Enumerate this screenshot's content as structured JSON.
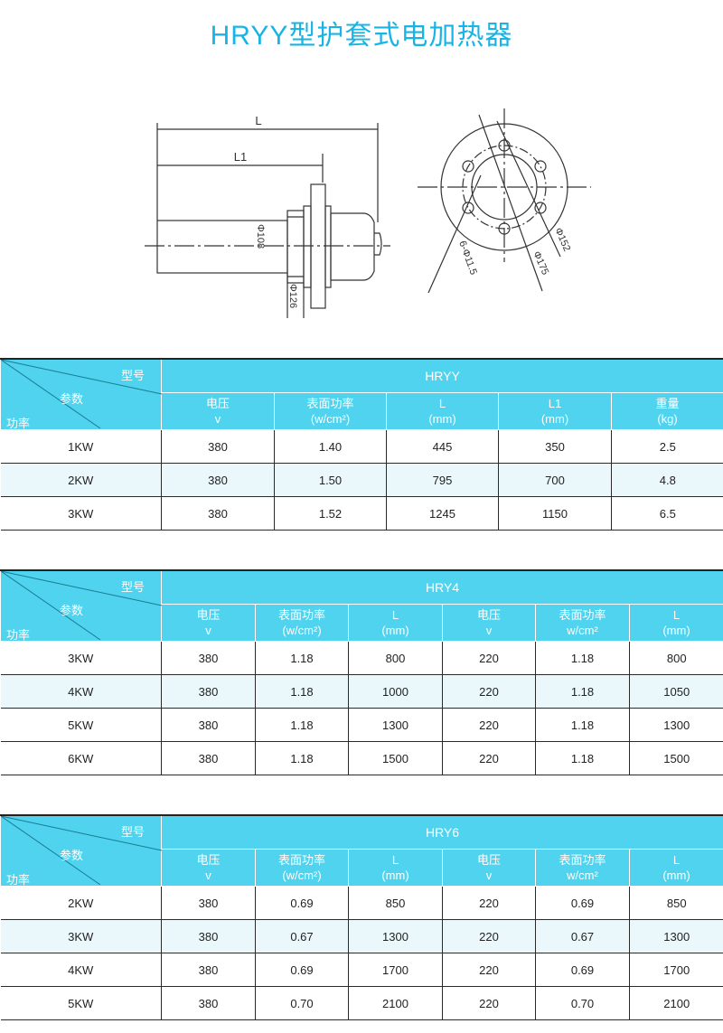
{
  "title": "HRYY型护套式电加热器",
  "drawing": {
    "side": {
      "L": "L",
      "L1": "L1",
      "d1": "Φ108",
      "d2": "Φ126"
    },
    "flange": {
      "holes": "6-Φ11.5",
      "d1": "Φ152",
      "d2": "Φ175"
    }
  },
  "corner": {
    "model": "型号",
    "param": "参数",
    "power": "功率"
  },
  "tables": [
    {
      "model": "HRYY",
      "headers": [
        {
          "label": "电压",
          "unit": "v"
        },
        {
          "label": "表面功率",
          "unit": "(w/cm²)"
        },
        {
          "label": "L",
          "unit": "(mm)"
        },
        {
          "label": "L1",
          "unit": "(mm)"
        },
        {
          "label": "重量",
          "unit": "(kg)"
        }
      ],
      "rows": [
        {
          "power": "1KW",
          "cells": [
            "380",
            "1.40",
            "445",
            "350",
            "2.5"
          ]
        },
        {
          "power": "2KW",
          "cells": [
            "380",
            "1.50",
            "795",
            "700",
            "4.8"
          ]
        },
        {
          "power": "3KW",
          "cells": [
            "380",
            "1.52",
            "1245",
            "1150",
            "6.5"
          ]
        }
      ]
    },
    {
      "model": "HRY4",
      "headers": [
        {
          "label": "电压",
          "unit": "v"
        },
        {
          "label": "表面功率",
          "unit": "(w/cm²)"
        },
        {
          "label": "L",
          "unit": "(mm)"
        },
        {
          "label": "电压",
          "unit": "v"
        },
        {
          "label": "表面功率",
          "unit": "w/cm²"
        },
        {
          "label": "L",
          "unit": "(mm)"
        }
      ],
      "rows": [
        {
          "power": "3KW",
          "cells": [
            "380",
            "1.18",
            "800",
            "220",
            "1.18",
            "800"
          ]
        },
        {
          "power": "4KW",
          "cells": [
            "380",
            "1.18",
            "1000",
            "220",
            "1.18",
            "1050"
          ]
        },
        {
          "power": "5KW",
          "cells": [
            "380",
            "1.18",
            "1300",
            "220",
            "1.18",
            "1300"
          ]
        },
        {
          "power": "6KW",
          "cells": [
            "380",
            "1.18",
            "1500",
            "220",
            "1.18",
            "1500"
          ]
        }
      ]
    },
    {
      "model": "HRY6",
      "headers": [
        {
          "label": "电压",
          "unit": "v"
        },
        {
          "label": "表面功率",
          "unit": "(w/cm²)"
        },
        {
          "label": "L",
          "unit": "(mm)"
        },
        {
          "label": "电压",
          "unit": "v"
        },
        {
          "label": "表面功率",
          "unit": "w/cm²"
        },
        {
          "label": "L",
          "unit": "(mm)"
        }
      ],
      "rows": [
        {
          "power": "2KW",
          "cells": [
            "380",
            "0.69",
            "850",
            "220",
            "0.69",
            "850"
          ]
        },
        {
          "power": "3KW",
          "cells": [
            "380",
            "0.67",
            "1300",
            "220",
            "0.67",
            "1300"
          ]
        },
        {
          "power": "4KW",
          "cells": [
            "380",
            "0.69",
            "1700",
            "220",
            "0.69",
            "1700"
          ]
        },
        {
          "power": "5KW",
          "cells": [
            "380",
            "0.70",
            "2100",
            "220",
            "0.70",
            "2100"
          ]
        }
      ]
    }
  ]
}
